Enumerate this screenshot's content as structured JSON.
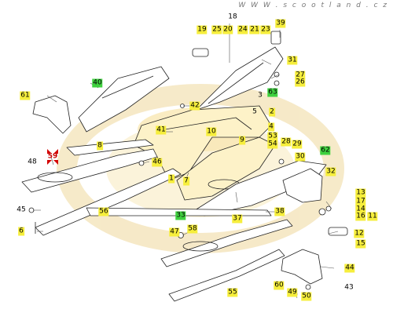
{
  "watermark": "W W W . s c o o t l a n d . c z",
  "labels": [
    {
      "id": "18",
      "style": "plain"
    },
    {
      "id": "39",
      "style": "yellow"
    },
    {
      "id": "19",
      "style": "yellow"
    },
    {
      "id": "25",
      "style": "yellow"
    },
    {
      "id": "20",
      "style": "yellow"
    },
    {
      "id": "24",
      "style": "yellow"
    },
    {
      "id": "21",
      "style": "yellow"
    },
    {
      "id": "23",
      "style": "yellow"
    },
    {
      "id": "31",
      "style": "yellow"
    },
    {
      "id": "27",
      "style": "yellow"
    },
    {
      "id": "26",
      "style": "yellow"
    },
    {
      "id": "63",
      "style": "green"
    },
    {
      "id": "40",
      "style": "green"
    },
    {
      "id": "61",
      "style": "yellow"
    },
    {
      "id": "42",
      "style": "yellow"
    },
    {
      "id": "3",
      "style": "plain"
    },
    {
      "id": "5",
      "style": "plain"
    },
    {
      "id": "2",
      "style": "yellow"
    },
    {
      "id": "4",
      "style": "yellow"
    },
    {
      "id": "41",
      "style": "yellow"
    },
    {
      "id": "10",
      "style": "yellow"
    },
    {
      "id": "9",
      "style": "yellow"
    },
    {
      "id": "53",
      "style": "yellow"
    },
    {
      "id": "54",
      "style": "yellow"
    },
    {
      "id": "28",
      "style": "yellow"
    },
    {
      "id": "29",
      "style": "yellow"
    },
    {
      "id": "8",
      "style": "yellow"
    },
    {
      "id": "62",
      "style": "green"
    },
    {
      "id": "30",
      "style": "yellow"
    },
    {
      "id": "48",
      "style": "plain"
    },
    {
      "id": "59",
      "style": "red"
    },
    {
      "id": "46",
      "style": "yellow"
    },
    {
      "id": "1",
      "style": "yellow"
    },
    {
      "id": "7",
      "style": "yellow"
    },
    {
      "id": "32",
      "style": "yellow"
    },
    {
      "id": "13",
      "style": "yellow"
    },
    {
      "id": "17",
      "style": "yellow"
    },
    {
      "id": "14",
      "style": "yellow"
    },
    {
      "id": "16",
      "style": "yellow"
    },
    {
      "id": "11",
      "style": "yellow"
    },
    {
      "id": "45",
      "style": "plain"
    },
    {
      "id": "56",
      "style": "yellow"
    },
    {
      "id": "33",
      "style": "green"
    },
    {
      "id": "38",
      "style": "yellow"
    },
    {
      "id": "37",
      "style": "yellow"
    },
    {
      "id": "6",
      "style": "yellow"
    },
    {
      "id": "12",
      "style": "yellow"
    },
    {
      "id": "15",
      "style": "yellow"
    },
    {
      "id": "47",
      "style": "yellow"
    },
    {
      "id": "58",
      "style": "yellow"
    },
    {
      "id": "44",
      "style": "yellow"
    },
    {
      "id": "60",
      "style": "yellow"
    },
    {
      "id": "49",
      "style": "yellow"
    },
    {
      "id": "50",
      "style": "yellow"
    },
    {
      "id": "43",
      "style": "plain"
    },
    {
      "id": "55",
      "style": "yellow"
    }
  ],
  "colors": {
    "label_yellow": "#f6ee3c",
    "label_green": "#3fd13f",
    "callout_red": "#c80000",
    "watermark_tint": "#f3e3b6"
  }
}
